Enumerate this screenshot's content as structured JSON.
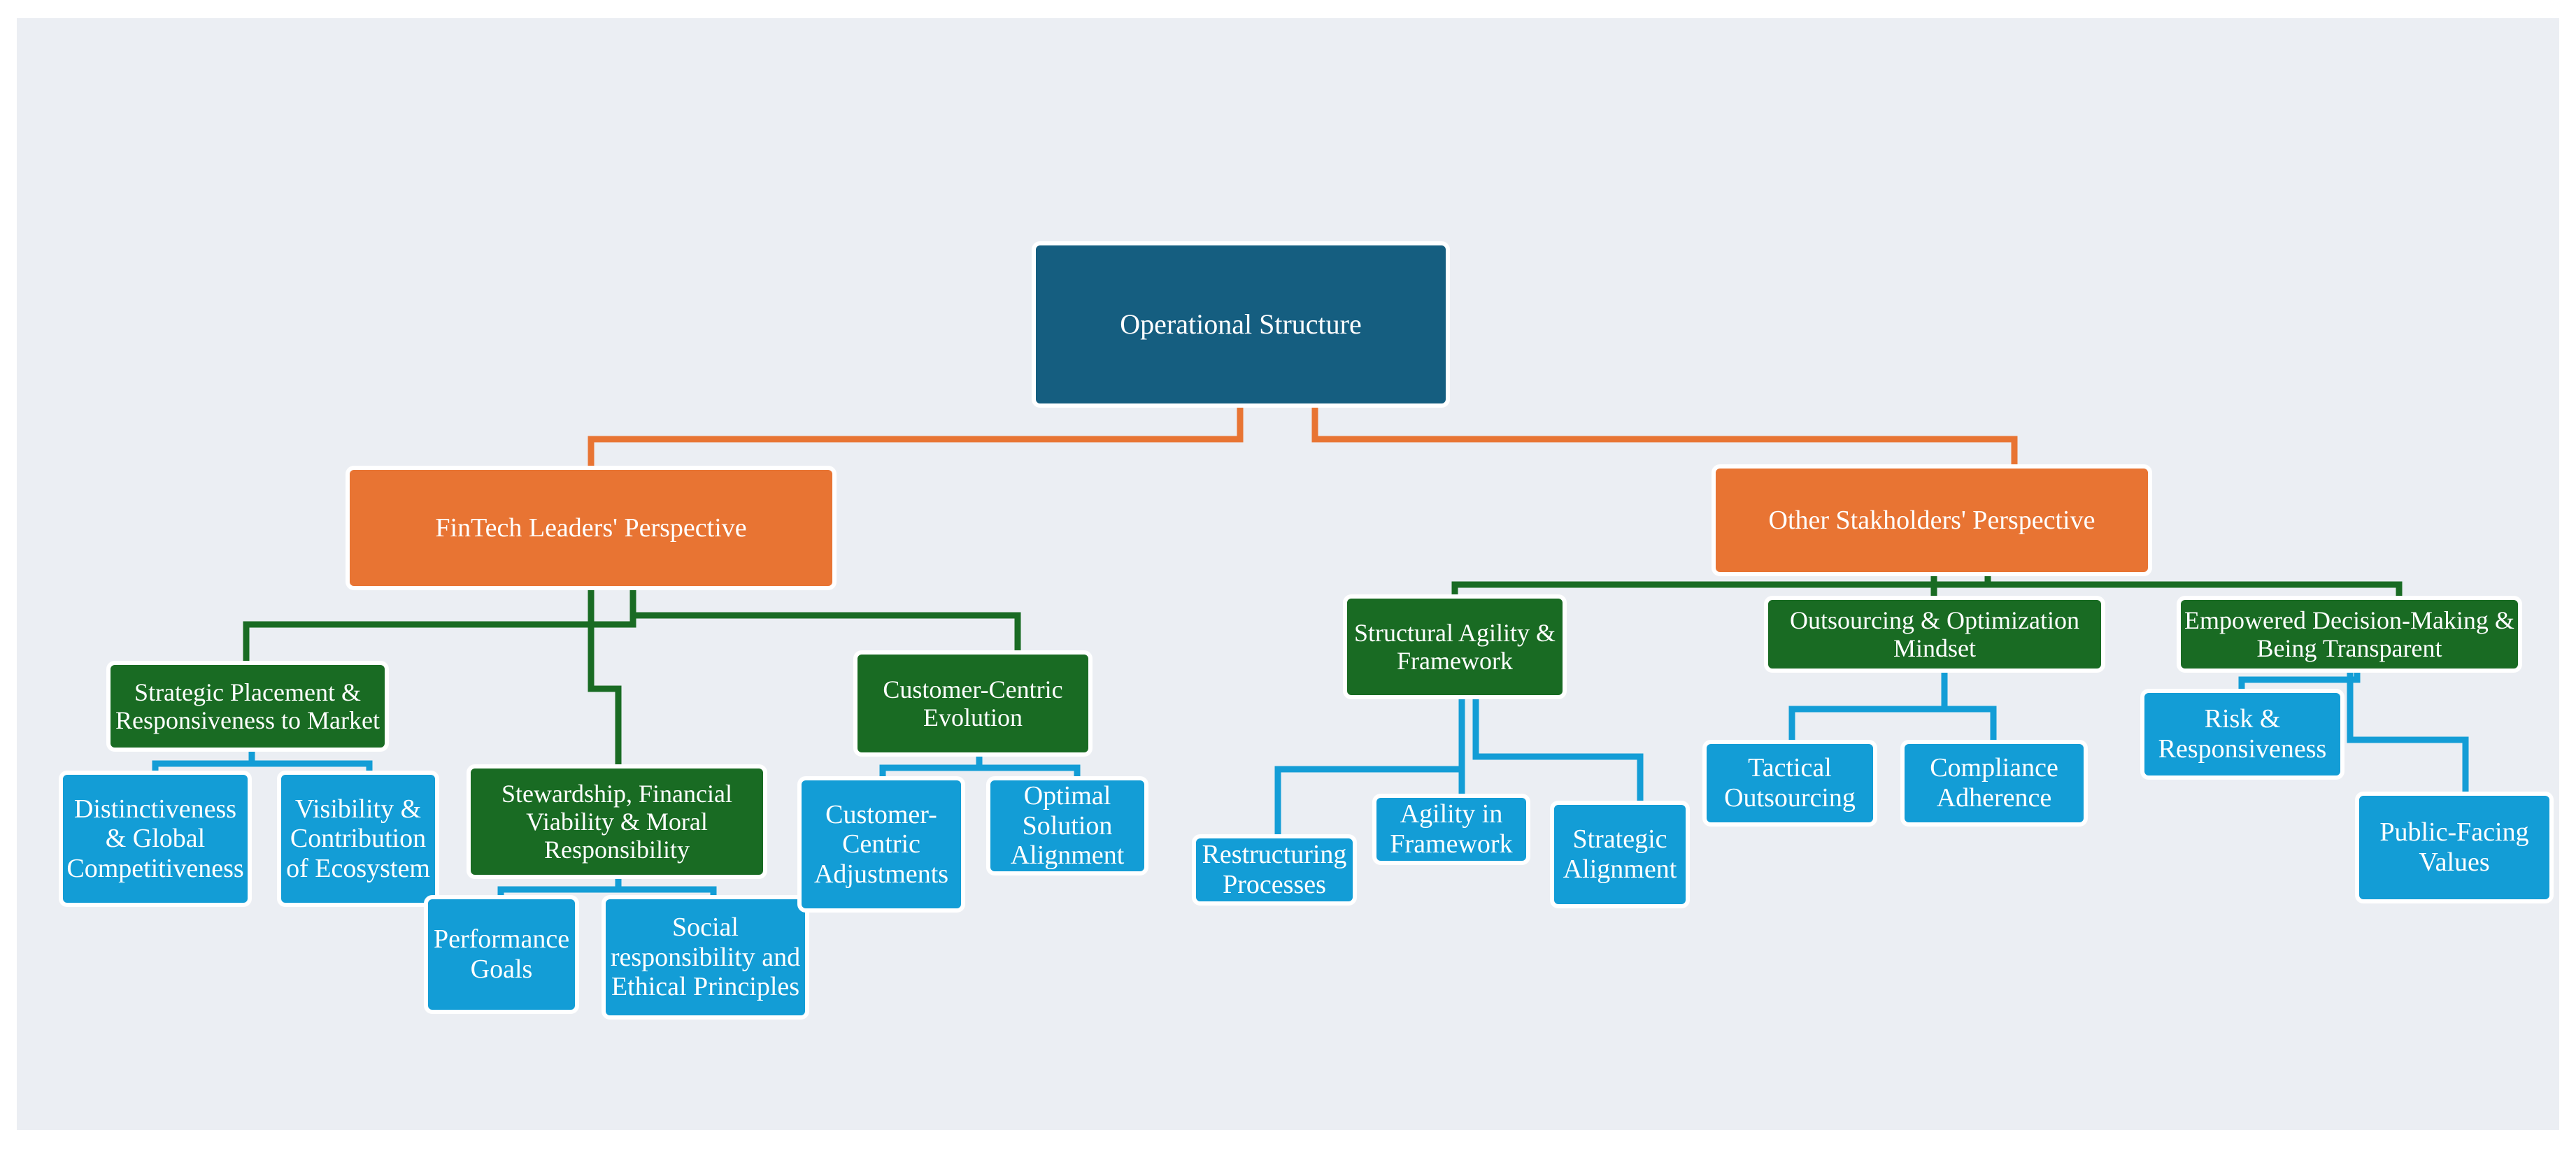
{
  "colors": {
    "root": "#155e80",
    "perspective": "#e87433",
    "theme": "#196b23",
    "subtheme": "#139dd6",
    "canvas": "#ebeef3"
  },
  "root": {
    "label": "Operational Structure"
  },
  "perspectives": {
    "fintech": {
      "label": "FinTech Leaders' Perspective"
    },
    "other": {
      "label": "Other Stakholders' Perspective"
    }
  },
  "themes": {
    "strategic_placement": {
      "label": "Strategic Placement & Responsiveness to Market"
    },
    "stewardship": {
      "label": "Stewardship, Financial Viability & Moral Responsibility"
    },
    "customer_centric_evolution": {
      "label": "Customer-Centric Evolution"
    },
    "structural_agility": {
      "label": "Structural Agility & Framework"
    },
    "outsourcing": {
      "label": "Outsourcing & Optimization Mindset"
    },
    "empowered_decision": {
      "label": "Empowered Decision-Making & Being Transparent"
    }
  },
  "subthemes": {
    "distinctiveness": {
      "label": "Distinctiveness & Global Competitiveness"
    },
    "visibility": {
      "label": "Visibility & Contribution of Ecosystem"
    },
    "performance_goals": {
      "label": "Performance Goals"
    },
    "social_responsibility": {
      "label": "Social responsibility and Ethical Principles"
    },
    "customer_centric_adjustments": {
      "label": "Customer-Centric Adjustments"
    },
    "optimal_solution": {
      "label": "Optimal Solution Alignment"
    },
    "restructuring": {
      "label": "Restructuring Processes"
    },
    "agility_in_framework": {
      "label": "Agility in Framework"
    },
    "strategic_alignment": {
      "label": "Strategic Alignment"
    },
    "tactical_outsourcing": {
      "label": "Tactical Outsourcing"
    },
    "compliance": {
      "label": "Compliance Adherence"
    },
    "risk": {
      "label": "Risk & Responsiveness"
    },
    "public_facing": {
      "label": "Public-Facing Values"
    }
  }
}
